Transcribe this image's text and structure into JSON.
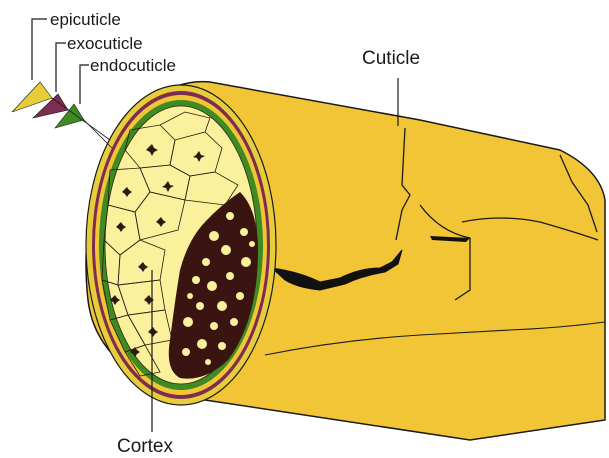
{
  "diagram": {
    "labels": {
      "epicuticle": "epicuticle",
      "exocuticle": "exocuticle",
      "endocuticle": "endocuticle",
      "cuticle": "Cuticle",
      "cortex": "Cortex"
    },
    "colors": {
      "hair_body": "#f2c536",
      "hair_outline": "#1a1a1a",
      "epicuticle_layer": "#e7cd3a",
      "exocuticle_layer": "#7b2d52",
      "endocuticle_layer": "#3f8a22",
      "cross_section": "#fbf19c",
      "medulla": "#3a1410",
      "medulla_spots": "#fbf19c",
      "cell_marks": "#2a1a10"
    }
  }
}
